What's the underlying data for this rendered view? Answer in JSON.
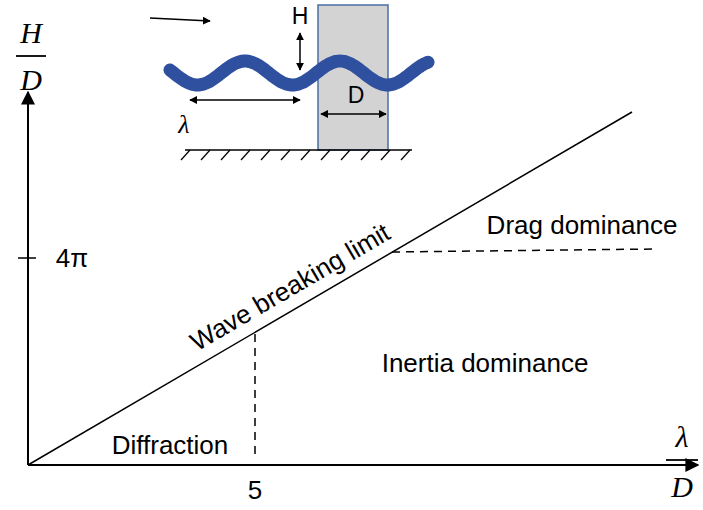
{
  "diagram": {
    "labels": [
      "H",
      "D",
      "λ",
      "D",
      "4π",
      "5",
      "Wave breaking limit",
      "Drag dominance",
      "Inertia dominance",
      "Diffraction",
      "H",
      "λ",
      "D"
    ]
  }
}
